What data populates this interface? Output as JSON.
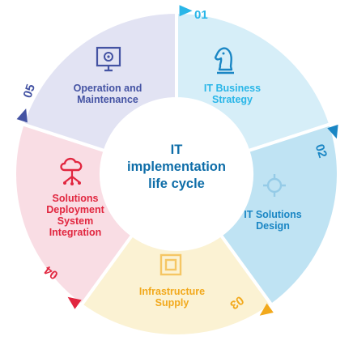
{
  "center": {
    "title": "IT\nimplementation\nlife cycle"
  },
  "segments": [
    {
      "number": "01",
      "label": "IT Business\nStrategy",
      "icon": "chess-knight-icon",
      "color": "#29b6e8",
      "fill": "#d6eef8"
    },
    {
      "number": "02",
      "label": "IT Solutions\nDesign",
      "icon": "design-gear-icon",
      "color": "#1a86c4",
      "fill": "#bfe3f3"
    },
    {
      "number": "03",
      "label": "Infrastructure\nSupply",
      "icon": "server-box-icon",
      "color": "#f2a91c",
      "fill": "#fbf2d3"
    },
    {
      "number": "04",
      "label": "Solutions\nDeployment\nSystem\nIntegration",
      "icon": "cloud-network-icon",
      "color": "#e1263f",
      "fill": "#f9dde4"
    },
    {
      "number": "05",
      "label": "Operation and\nMaintenance",
      "icon": "monitor-gear-icon",
      "color": "#4453a3",
      "fill": "#e2e3f3"
    }
  ]
}
